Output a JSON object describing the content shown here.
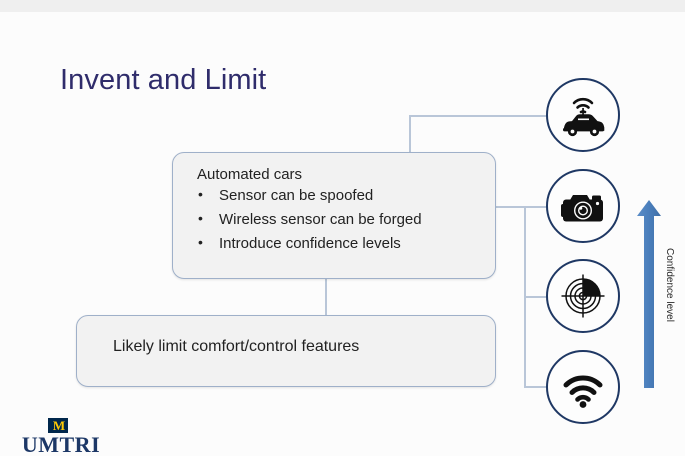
{
  "slide": {
    "title": "Invent and Limit",
    "title_color": "#2f2c6b",
    "background": "#fcfcfc"
  },
  "main_box": {
    "heading": "Automated cars",
    "bullets": [
      "Sensor can be spoofed",
      "Wireless sensor can be forged",
      "Introduce confidence levels"
    ],
    "fill": "#f2f2f2",
    "border": "#9fb0c9"
  },
  "limit_box": {
    "text": "Likely limit comfort/control features"
  },
  "icons": [
    {
      "name": "connected-car-icon",
      "label": "connected car"
    },
    {
      "name": "camera-icon",
      "label": "camera"
    },
    {
      "name": "radar-icon",
      "label": "radar"
    },
    {
      "name": "wifi-icon",
      "label": "wifi"
    }
  ],
  "icon_circle_color": "#1f3864",
  "arrow": {
    "label": "Confidence level",
    "color": "#4a7ebb",
    "direction": "up"
  },
  "logo": {
    "monogram": "M",
    "wordmark": "UMTRI",
    "monogram_color": "#ffcb05",
    "monogram_bg": "#00274c",
    "wordmark_color": "#1c3766"
  }
}
